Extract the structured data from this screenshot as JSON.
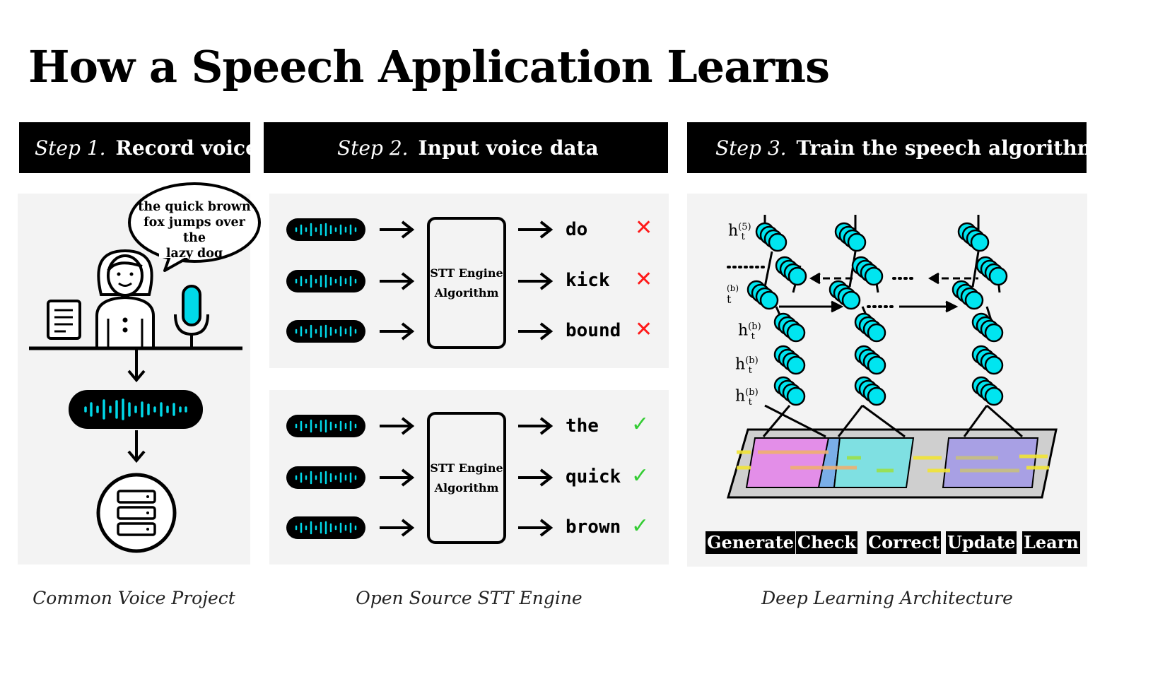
{
  "title": "How a Speech Application Learns",
  "steps": [
    {
      "label": "Step 1.",
      "text": "Record voices"
    },
    {
      "label": "Step 2.",
      "text": "Input voice data"
    },
    {
      "label": "Step 3.",
      "text": "Train the speech algorithm"
    }
  ],
  "bubble": {
    "line1": "the quick brown",
    "line2": "fox jumps over the",
    "line3": "lazy dog"
  },
  "algorithm": {
    "line1": "STT Engine",
    "line2": "Algorithm"
  },
  "wrong_outputs": [
    {
      "word": "do",
      "mark": "✕"
    },
    {
      "word": "kick",
      "mark": "✕"
    },
    {
      "word": "bound",
      "mark": "✕"
    }
  ],
  "right_outputs": [
    {
      "word": "the",
      "mark": "✓"
    },
    {
      "word": "quick",
      "mark": "✓"
    },
    {
      "word": "brown",
      "mark": "✓"
    }
  ],
  "network_labels": {
    "h": "h",
    "t": "t",
    "sup5": "(5)",
    "supb": "(b)"
  },
  "stages": [
    "Generate",
    "Check",
    "Correct",
    "Update",
    "Learn"
  ],
  "captions": [
    "Common Voice Project",
    "Open Source STT Engine",
    "Deep Learning Architecture"
  ],
  "colors": {
    "accent": "#00d8e8",
    "wrong": "#ff1a1a",
    "right": "#33cc33",
    "panel": "#f3f3f3"
  },
  "icons": [
    "document-icon",
    "person-icon",
    "microphone-icon",
    "waveform-icon",
    "server-icon",
    "arrow-right-icon",
    "cross-icon",
    "check-icon"
  ]
}
